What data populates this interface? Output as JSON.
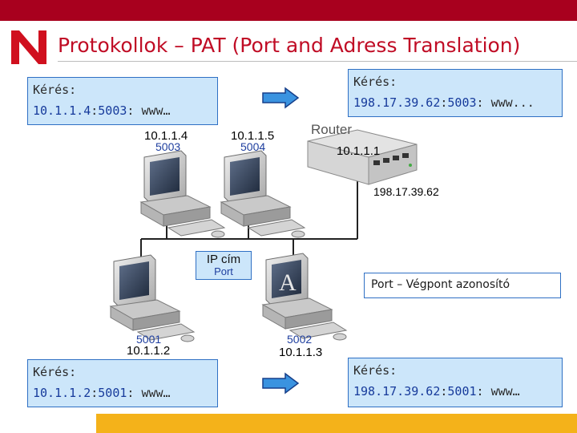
{
  "title": "Protokollok – PAT (Port and Adress Translation)",
  "colors": {
    "brand": "#a8001e",
    "title": "#c00c25",
    "box_fill": "#cce6fa",
    "box_border": "#2f70c4",
    "port_text": "#1f3f9f",
    "bottom_bar": "#f4b21a"
  },
  "requests": {
    "top_left": {
      "label": "Kérés:",
      "ip": "10.1.1.4",
      "port": "5003",
      "host": "www…"
    },
    "top_right": {
      "label": "Kérés:",
      "ip": "198.17.39.62",
      "port": "5003",
      "host": "www..."
    },
    "bottom_left": {
      "label": "Kérés:",
      "ip": "10.1.1.2",
      "port": "5001",
      "host": "www…"
    },
    "bottom_right": {
      "label": "Kérés:",
      "ip": "198.17.39.62",
      "port": "5001",
      "host": "www…"
    }
  },
  "hosts": {
    "pc1": {
      "ip": "10.1.1.4",
      "port": "5003"
    },
    "pc2": {
      "ip": "10.1.1.5",
      "port": "5004"
    },
    "pc3": {
      "ip": "10.1.1.2",
      "port": "5001"
    },
    "pc4": {
      "ip": "10.1.1.3",
      "port": "5002"
    }
  },
  "router": {
    "label": "Router",
    "inside_ip": "10.1.1.1",
    "outside_ip": "198.17.39.62"
  },
  "legend": {
    "ip": "IP cím",
    "port": "Port"
  },
  "port_note": "Port – Végpont azonosító",
  "icons": [
    "logo-n",
    "arrow-right-icon",
    "computer-icon",
    "router-icon"
  ]
}
